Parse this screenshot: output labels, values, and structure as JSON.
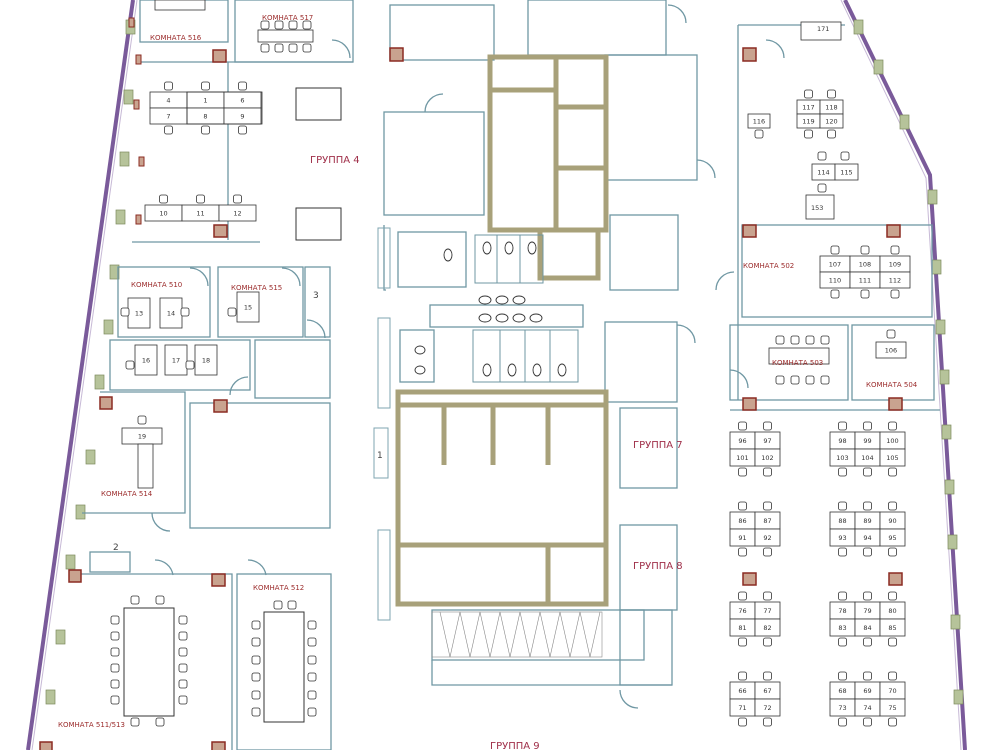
{
  "rooms": {
    "r516": "КОМНАТА 516",
    "r517": "КОМНАТА 517",
    "r510": "КОМНАТА 510",
    "r515": "КОМНАТА 515",
    "r514": "КОМНАТА 514",
    "r512": "КОМНАТА 512",
    "r511": "КОМНАТА 511/513",
    "r502": "КОМНАТА 502",
    "r503": "КОМНАТА 503",
    "r504": "КОМНАТА 504"
  },
  "groups": {
    "g4": "ГРУППА 4",
    "g7": "ГРУППА 7",
    "g8": "ГРУППА 8",
    "g9": "ГРУППА 9"
  },
  "misc": {
    "m1": "1",
    "m2": "2",
    "m3": "3",
    "m171": "171",
    "m153": "153"
  },
  "desks": {
    "d4": "4",
    "d1": "1",
    "d6": "6",
    "d7": "7",
    "d8": "8",
    "d9": "9",
    "d10": "10",
    "d11": "11",
    "d12": "12",
    "d13": "13",
    "d14": "14",
    "d15": "15",
    "d16": "16",
    "d17": "17",
    "d18": "18",
    "d19": "19",
    "d116": "116",
    "d117": "117",
    "d118": "118",
    "d119": "119",
    "d120": "120",
    "d114": "114",
    "d115": "115",
    "d107": "107",
    "d108": "108",
    "d109": "109",
    "d110": "110",
    "d111": "111",
    "d112": "112",
    "d106": "106",
    "d96": "96",
    "d97": "97",
    "d98": "98",
    "d99": "99",
    "d100": "100",
    "d101": "101",
    "d102": "102",
    "d103": "103",
    "d104": "104",
    "d105": "105",
    "d86": "86",
    "d87": "87",
    "d88": "88",
    "d89": "89",
    "d90": "90",
    "d91": "91",
    "d92": "92",
    "d93": "93",
    "d94": "94",
    "d95": "95",
    "d76": "76",
    "d77": "77",
    "d78": "78",
    "d79": "79",
    "d80": "80",
    "d81": "81",
    "d82": "82",
    "d83": "83",
    "d84": "84",
    "d85": "85",
    "d66": "66",
    "d67": "67",
    "d68": "68",
    "d69": "69",
    "d70": "70",
    "d71": "71",
    "d72": "72",
    "d73": "73",
    "d74": "74",
    "d75": "75"
  }
}
